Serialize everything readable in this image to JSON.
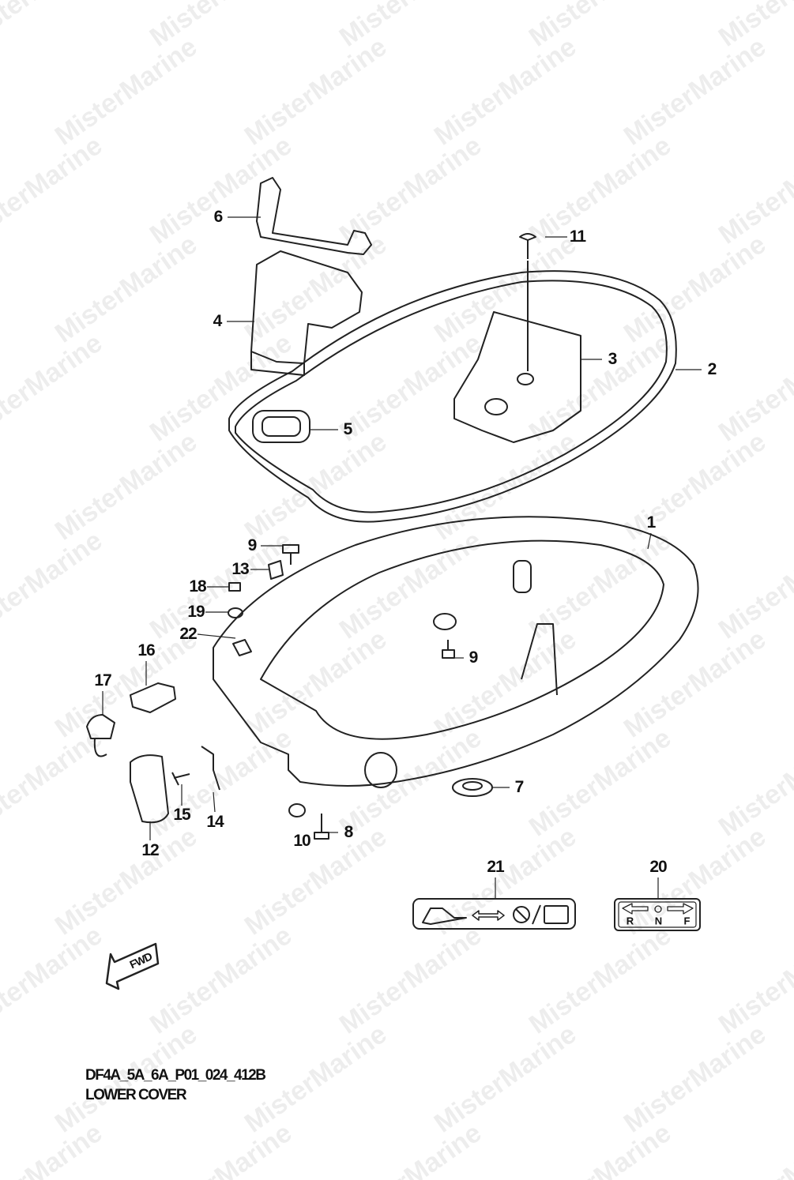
{
  "diagram": {
    "code": "DF4A_5A_6A_P01_024_412B",
    "title": "LOWER COVER",
    "direction_badge": "FWD",
    "watermark": "MisterMarine",
    "callouts": [
      "1",
      "2",
      "3",
      "4",
      "5",
      "6",
      "7",
      "8",
      "9",
      "9",
      "10",
      "11",
      "12",
      "13",
      "14",
      "15",
      "16",
      "17",
      "18",
      "19",
      "20",
      "21",
      "22"
    ],
    "decal_20_letters": [
      "R",
      "N",
      "F"
    ]
  }
}
